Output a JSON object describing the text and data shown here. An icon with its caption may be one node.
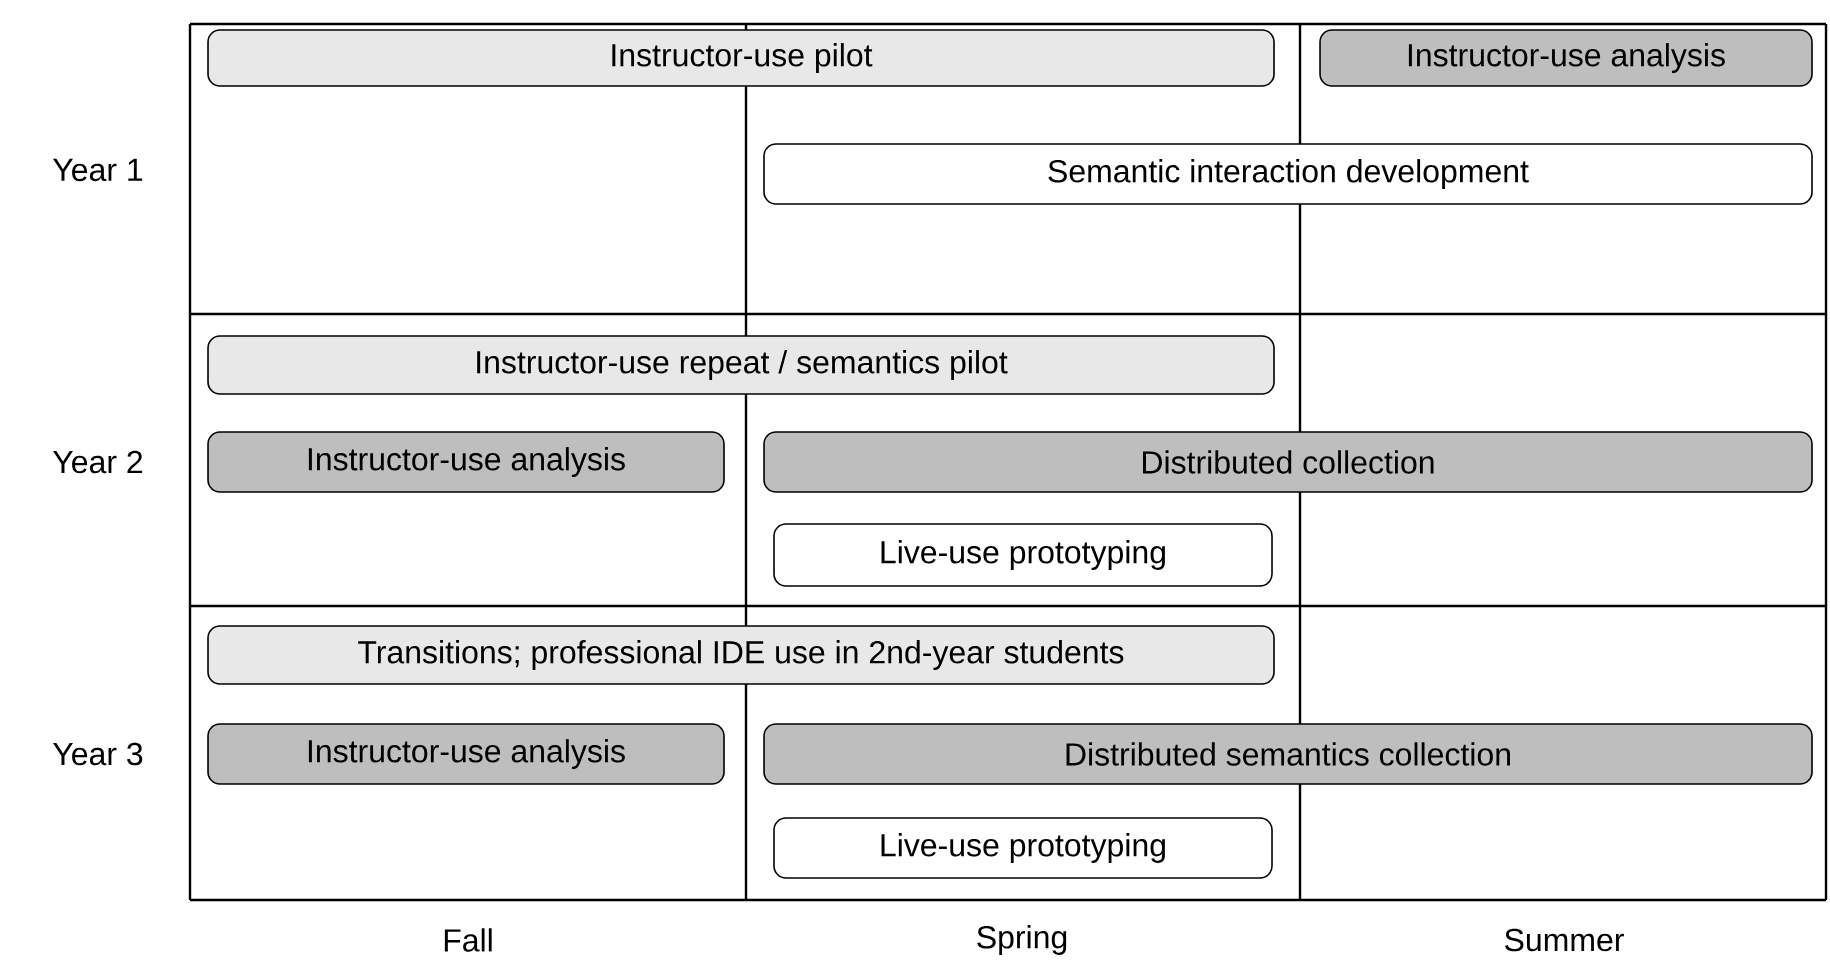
{
  "diagram": {
    "nodes": [
      {
        "text": [
          "Instructor-use pilot"
        ]
      },
      {
        "text": [
          "Instructor-use analysis"
        ]
      },
      {
        "text": [
          "Semantic interaction development"
        ]
      },
      {
        "text": [
          "Instructor-use repeat / semantics pilot"
        ]
      },
      {
        "text": [
          "Instructor-use analysis"
        ]
      },
      {
        "text": [
          "Distributed collection"
        ]
      },
      {
        "text": [
          "Live-use prototyping"
        ]
      },
      {
        "text": [
          "Transitions; professional IDE use in 2nd-year students"
        ]
      },
      {
        "text": [
          "Instructor-use analysis"
        ]
      },
      {
        "text": [
          "Distributed semantics collection"
        ]
      },
      {
        "text": [
          "Live-use prototyping"
        ]
      }
    ],
    "edges": [],
    "labels": [
      "Year 1",
      "Year 2",
      "Year 3",
      "Fall",
      "Spring",
      "Summer"
    ]
  }
}
